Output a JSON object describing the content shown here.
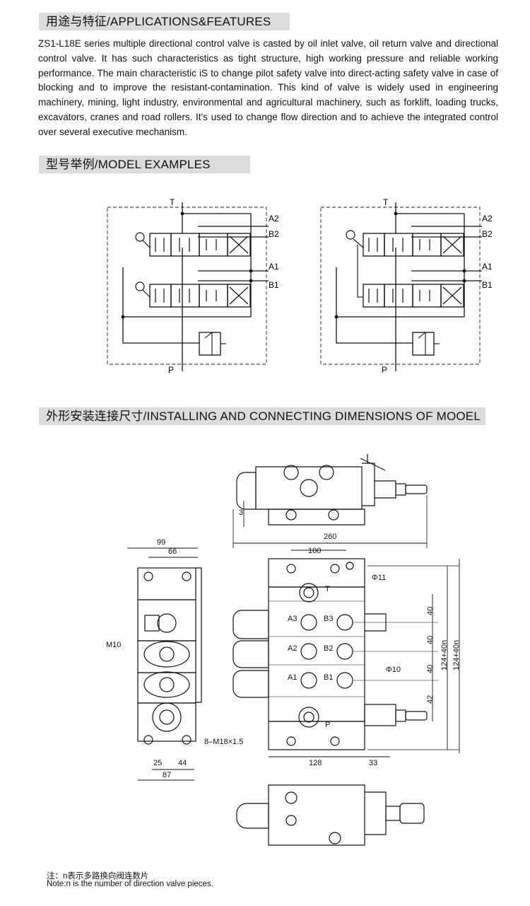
{
  "sections": {
    "applications": {
      "title": "用途与特征/APPLICATIONS&FEATURES"
    },
    "models": {
      "title": "型号举例/MODEL EXAMPLES"
    },
    "dimensions": {
      "title": "外形安装连接尺寸/INSTALLING AND CONNECTING DIMENSIONS OF MOOEL"
    }
  },
  "description": "ZS1-L18E series multiple directional control valve is casted by oil inlet valve, oil return valve and directional control valve. It has such characteristics as tight structure, high working pressure and reliable working performance. The main characteristic iS to change pilot safety valve into direct-acting safety valve in case of blocking and to improve the resistant-contamination. This kind of valve is widely used in engineering machinery, mining, light industry, environmental and agricultural machinery, such as forklift, loading trucks, excavators, cranes and road rollers. It's used to change flow direction and to achieve the integrated control over several executive mechanism.",
  "schematic_left": {
    "ports": {
      "t": "T",
      "p": "P",
      "a2": "A2",
      "b2": "B2",
      "a1": "A1",
      "b1": "B1"
    }
  },
  "schematic_right": {
    "ports": {
      "t": "T",
      "p": "P",
      "a2": "A2",
      "b2": "B2",
      "a1": "A1",
      "b1": "B1"
    }
  },
  "drawing": {
    "dims": {
      "d3": "3",
      "d260": "260",
      "d99": "99",
      "d66": "66",
      "d100": "100",
      "phi11": "Φ11",
      "d40a": "40",
      "d40b": "40",
      "d40c": "40",
      "d42": "42",
      "d124a": "124+40n",
      "d124b": "124+40n",
      "phi10": "Φ10",
      "m10": "M10",
      "m18": "8–M18×1.5",
      "d25": "25",
      "d44": "44",
      "d87": "87",
      "d128": "128",
      "d33": "33"
    },
    "ports": {
      "t": "T",
      "a3": "A3",
      "b3": "B3",
      "a2": "A2",
      "b2": "B2",
      "a1": "A1",
      "b1": "B1",
      "p": "P"
    }
  },
  "notes": {
    "zh": "注：n表示多路换向阀连数片",
    "en": "Note:n is the number of direction valve pieces."
  }
}
